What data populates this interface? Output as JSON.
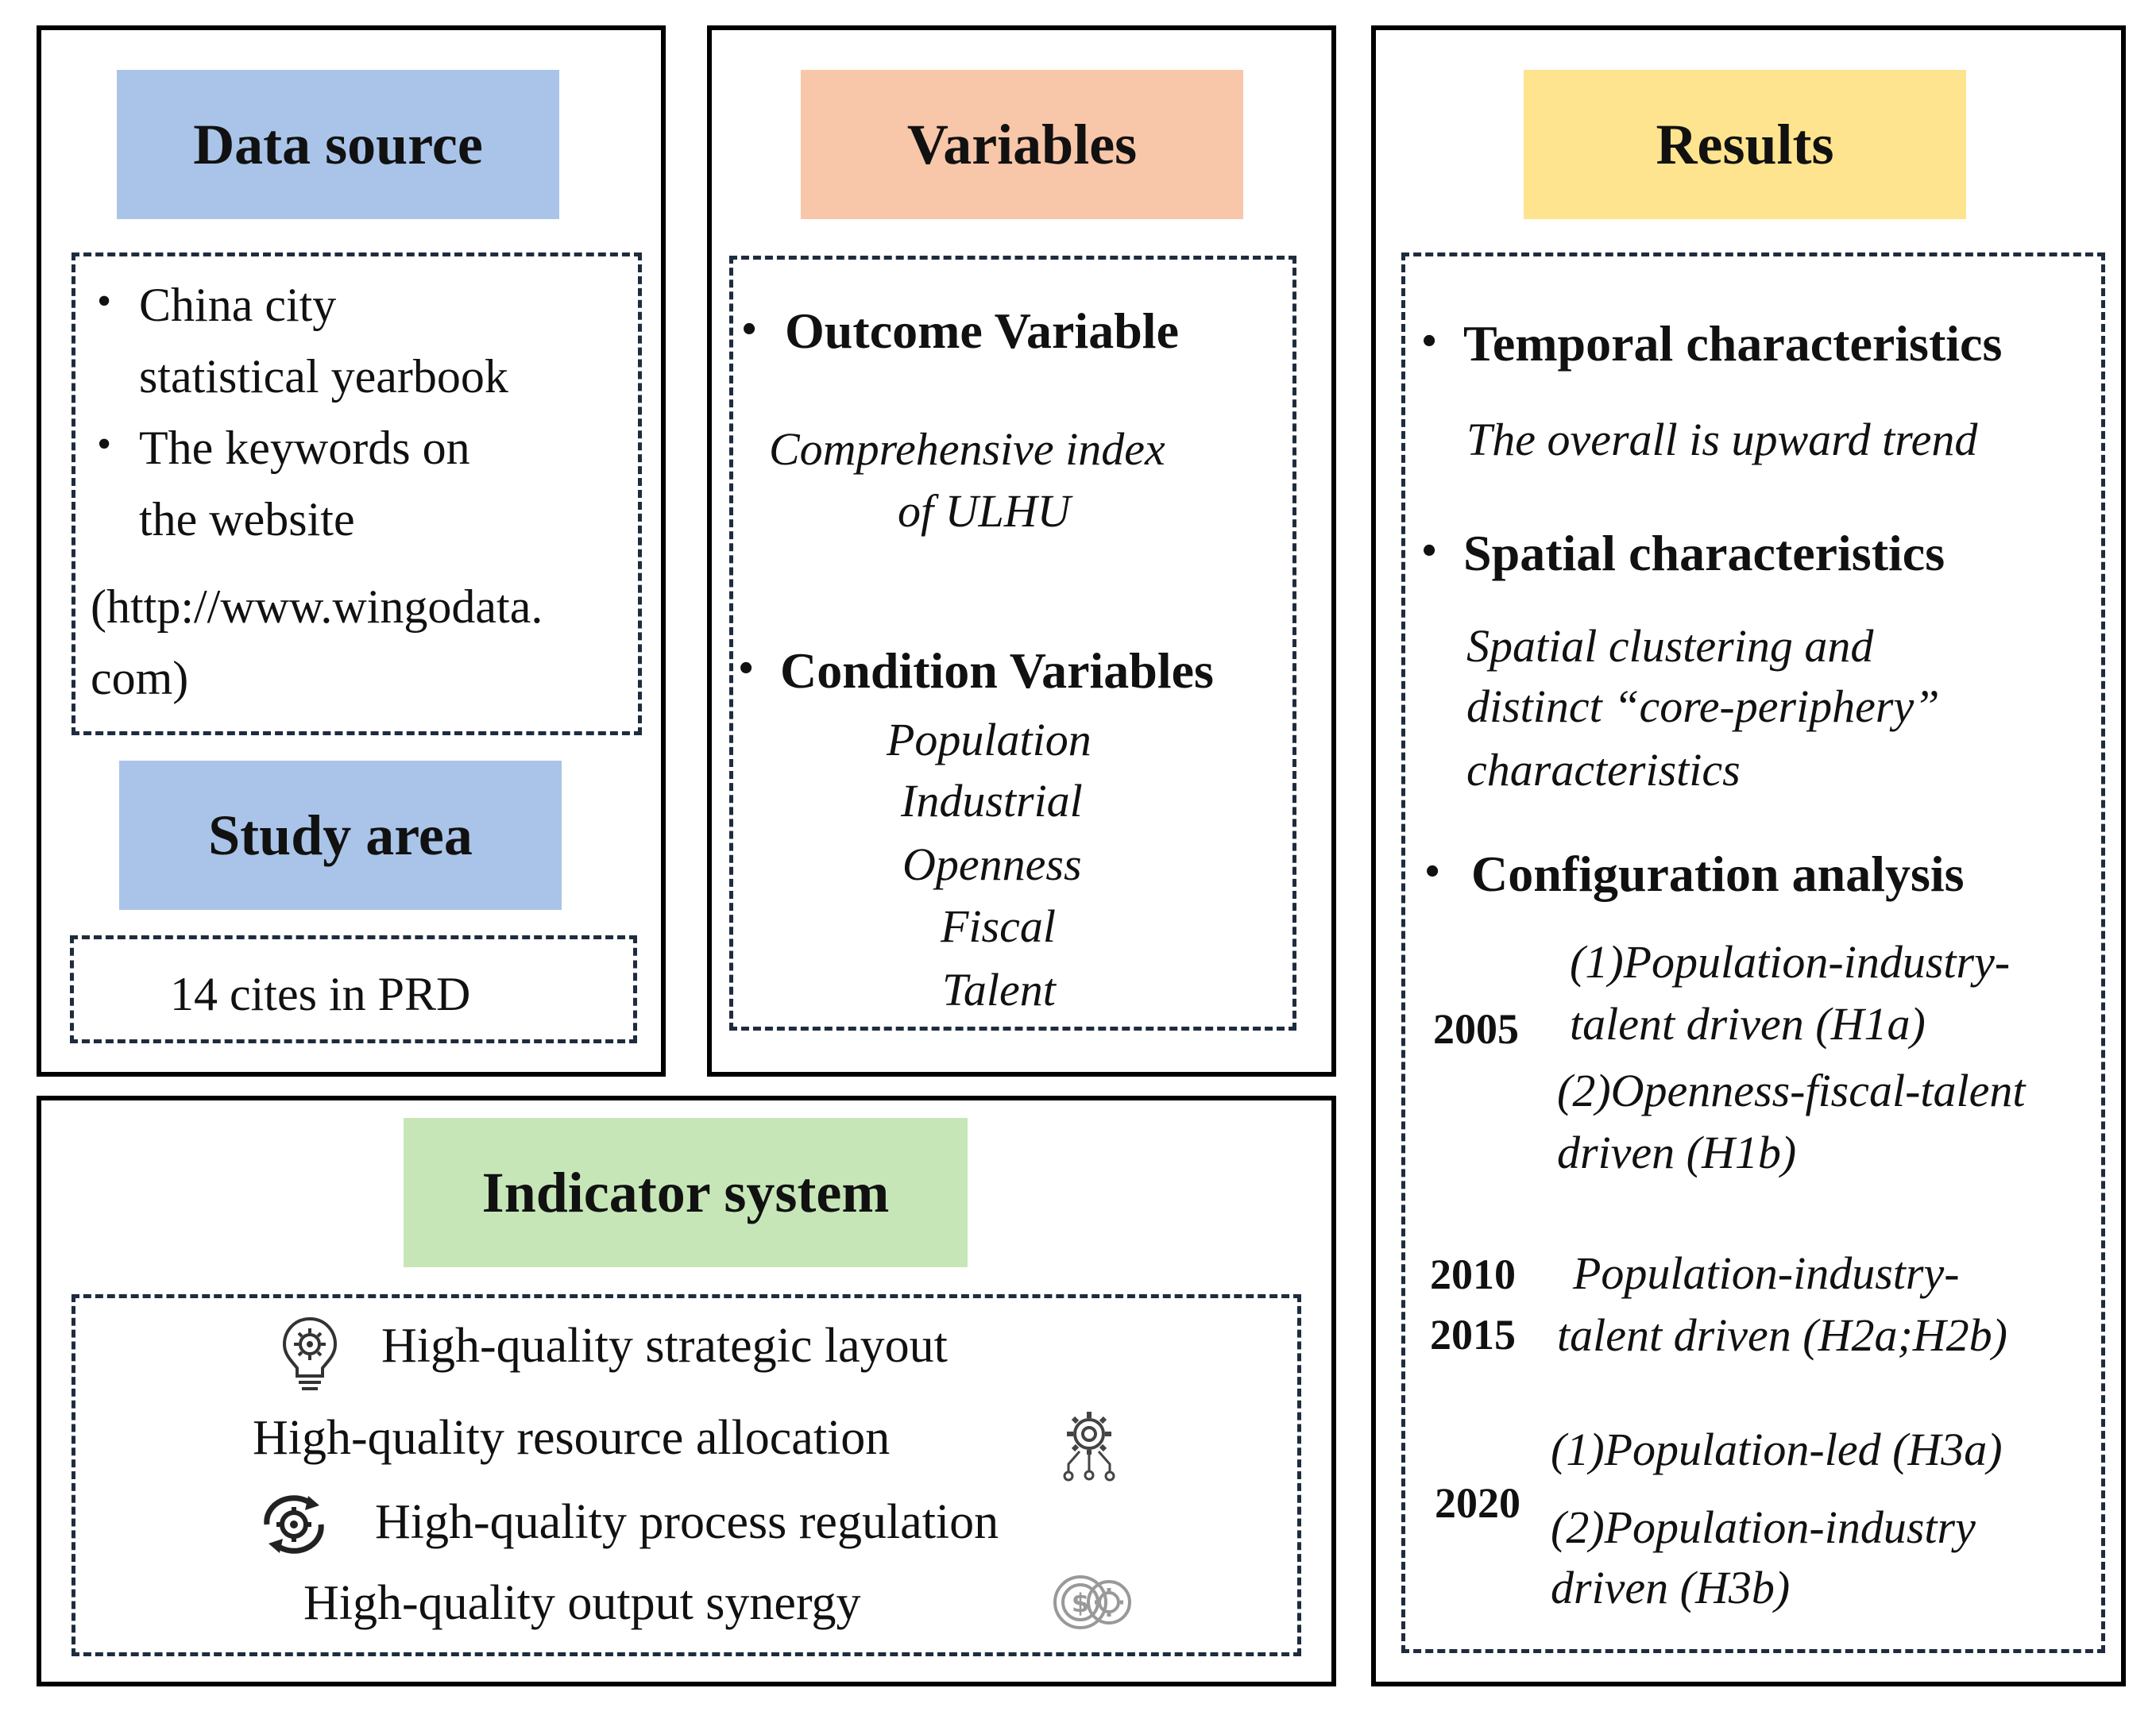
{
  "colors": {
    "data_source_header": "#A9C4E8",
    "variables_header": "#F8C6A8",
    "results_header": "#FEE48E",
    "indicator_header": "#C6E6B8",
    "border": "#000000",
    "dashed_border": "#1E2C3E"
  },
  "data_source": {
    "title": "Data source",
    "bullet1": [
      "China city",
      "statistical yearbook"
    ],
    "bullet2": [
      "The keywords  on",
      "the website"
    ],
    "url": [
      "(http://www.wingodata.",
      "com)"
    ]
  },
  "study_area": {
    "title": "Study area",
    "text": "14 cites in PRD"
  },
  "variables": {
    "title": "Variables",
    "outcome_heading": "Outcome Variable",
    "outcome_value": [
      "Comprehensive index",
      "of ULHU"
    ],
    "condition_heading": "Condition  Variables",
    "conditions": [
      "Population",
      "Industrial",
      "Openness",
      "Fiscal",
      "Talent"
    ]
  },
  "results": {
    "title": "Results",
    "temporal_heading": "Temporal  characteristics",
    "temporal_text": "The overall is upward trend",
    "spatial_heading": "Spatial characteristics",
    "spatial_text": [
      "Spatial clustering and",
      "distinct  “core-periphery”",
      "characteristics"
    ],
    "config_heading": "Configuration  analysis",
    "y2005": "2005",
    "r2005": [
      "(1)Population-industry-",
      "talent driven (H1a)",
      "(2)Openness-fiscal-talent",
      "driven (H1b)"
    ],
    "y2010": "2010",
    "y2015": "2015",
    "r2010_2015": [
      "Population-industry-",
      "talent driven (H2a;H2b)"
    ],
    "y2020": "2020",
    "r2020": [
      "(1)Population-led (H3a)",
      "(2)Population-industry",
      "driven (H3b)"
    ]
  },
  "indicator_system": {
    "title": "Indicator system",
    "items": [
      "High-quality  strategic  layout",
      "High-quality  resource allocation",
      "High-quality  process regulation",
      "High-quality  output synergy"
    ],
    "icons": [
      "lightbulb-gear-icon",
      "gear-network-icon",
      "gear-cycle-icon",
      "coins-exchange-icon"
    ]
  }
}
